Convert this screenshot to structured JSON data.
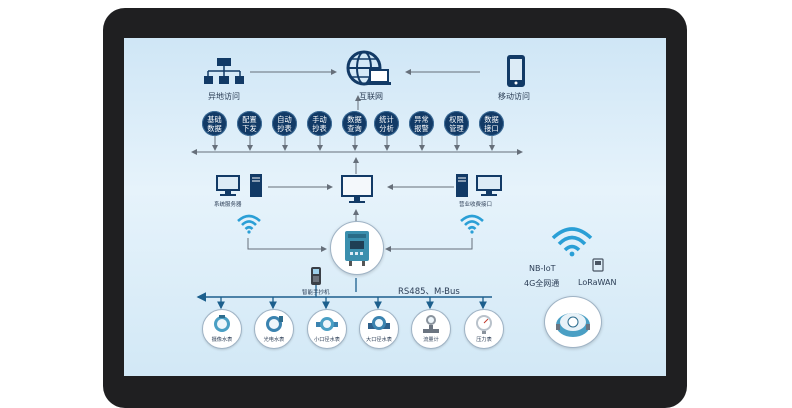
{
  "top": {
    "remote_access": "异地访问",
    "internet": "互联网",
    "mobile_access": "移动访问"
  },
  "functions": [
    {
      "label": "基础数据"
    },
    {
      "label": "配置下发"
    },
    {
      "label": "自动抄表"
    },
    {
      "label": "手动抄表"
    },
    {
      "label": "数据查询"
    },
    {
      "label": "统计分析"
    },
    {
      "label": "异常报警"
    },
    {
      "label": "权限管理"
    },
    {
      "label": "数据接口"
    }
  ],
  "servers": {
    "system_server": "系统服务器",
    "billing_interface": "营业收费接口"
  },
  "middle": {
    "handheld": "智能手抄机",
    "bus": "RS485、M-Bus",
    "nbiot": "NB-IoT",
    "network": "4G全网通",
    "lorawan": "LoRaWAN"
  },
  "meters": [
    {
      "label": "摄像水表"
    },
    {
      "label": "光电水表"
    },
    {
      "label": "小口径水表"
    },
    {
      "label": "大口径水表"
    },
    {
      "label": "流量计"
    },
    {
      "label": "压力表"
    }
  ],
  "colors": {
    "accent": "#123a66",
    "line": "#666f7a",
    "bus": "#1c5f8d",
    "wifi": "#2a9fd6"
  }
}
